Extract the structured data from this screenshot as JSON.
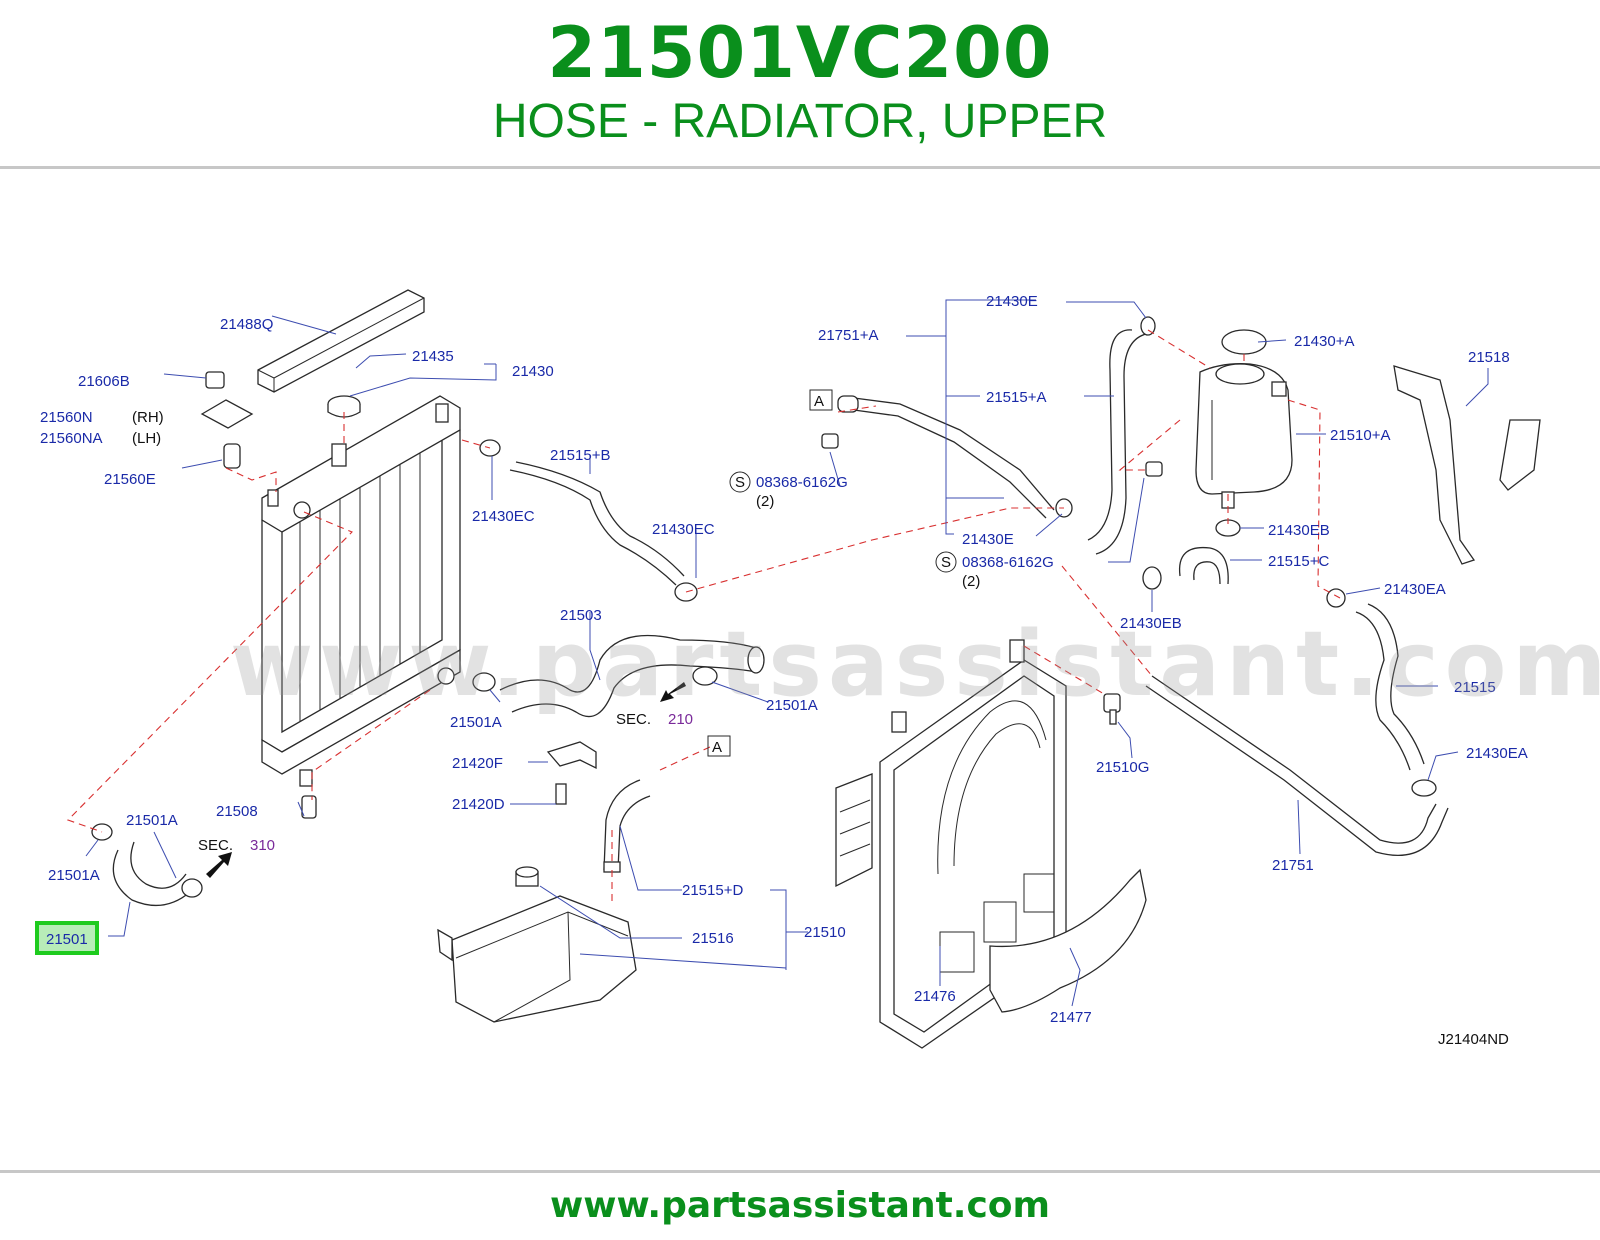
{
  "header": {
    "part_number": "21501VC200",
    "description": "HOSE - RADIATOR, UPPER"
  },
  "footer": {
    "site": "www.partsassistant.com"
  },
  "watermark": "www.partsassistant.com",
  "diagram": {
    "code": "J21404ND",
    "highlighted": "21501",
    "labels": {
      "p21488Q": "21488Q",
      "p21435": "21435",
      "p21430": "21430",
      "p21606B": "21606B",
      "p21560N": "21560N",
      "p21560N_side": "(RH)",
      "p21560NA": "21560NA",
      "p21560NA_side": "(LH)",
      "p21560E": "21560E",
      "p21515B": "21515+B",
      "p21430EC_1": "21430EC",
      "p21430EC_2": "21430EC",
      "p21503": "21503",
      "p21501A_1": "21501A",
      "p21501A_2": "21501A",
      "p21501A_3": "21501A",
      "p21501A_4": "21501A",
      "sec": "SEC.",
      "sec_210": "210",
      "sec_310": "310",
      "p21420F": "21420F",
      "p21420D": "21420D",
      "p21508": "21508",
      "p21501": "21501",
      "ref_a": "A",
      "p21515D": "21515+D",
      "p21516": "21516",
      "p21510": "21510",
      "p21476": "21476",
      "p21477": "21477",
      "p21510G": "21510G",
      "p21751A": "21751+A",
      "p21430E_1": "21430E",
      "p21515A": "21515+A",
      "p21430E_2": "21430E",
      "s_mark": "S",
      "bolt": "08368-6162G",
      "qty": "(2)",
      "p21430A": "21430+A",
      "p21518": "21518",
      "p21510A": "21510+A",
      "p21430EB_1": "21430EB",
      "p21515C": "21515+C",
      "p21430EB_2": "21430EB",
      "p21430EA_1": "21430EA",
      "p21515": "21515",
      "p21430EA_2": "21430EA",
      "p21751": "21751"
    }
  },
  "colors": {
    "title_green": "#0a8f1c",
    "label_blue": "#1a2aa8",
    "leader_blue": "#3d4db0",
    "sec_purple": "#7a2a9a",
    "dash_red": "#d83030",
    "highlight_green": "#1ecb1e",
    "highlight_fill": "#b8ecb8",
    "line_gray": "#2a2a2a"
  }
}
